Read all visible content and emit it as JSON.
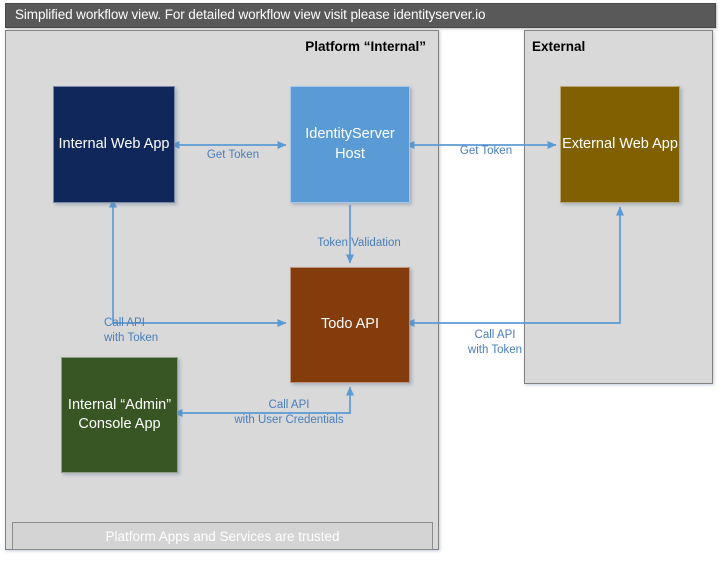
{
  "header": {
    "title": "Simplified workflow view. For detailed workflow view visit please identityserver.io",
    "background": "#595959",
    "text_color": "#ffffff"
  },
  "panels": {
    "internal": {
      "title": "Platform “Internal”",
      "background": "#d9d9d9",
      "trust_bar_label": "Platform Apps and Services are trusted"
    },
    "external": {
      "title": "External",
      "background": "#d9d9d9"
    }
  },
  "nodes": {
    "internal_web": {
      "label": "Internal Web App",
      "color": "#10275c"
    },
    "identityserver": {
      "label": "IdentityServer Host",
      "color": "#5b9bd5"
    },
    "external_web": {
      "label": "External Web App",
      "color": "#806000"
    },
    "todo_api": {
      "label": "Todo API",
      "color": "#843c0c"
    },
    "console_app": {
      "label": "Internal “Admin” Console App",
      "color": "#375623"
    }
  },
  "edges": {
    "get_token_internal": {
      "label": "Get Token",
      "color": "#5b9bd5"
    },
    "get_token_external": {
      "label": "Get Token",
      "color": "#5b9bd5"
    },
    "token_validation": {
      "label": "Token Validation",
      "color": "#5b9bd5"
    },
    "call_api_internal_line1": "Call API",
    "call_api_internal_line2": "with Token",
    "call_api_external_line1": "Call API",
    "call_api_external_line2": "with Token",
    "call_api_console_line1": "Call API",
    "call_api_console_line2": "with User Credentials"
  },
  "colors": {
    "arrow": "#5b9bd5",
    "edge_label_text": "#4a7ebb",
    "panel_border": "#808080"
  }
}
